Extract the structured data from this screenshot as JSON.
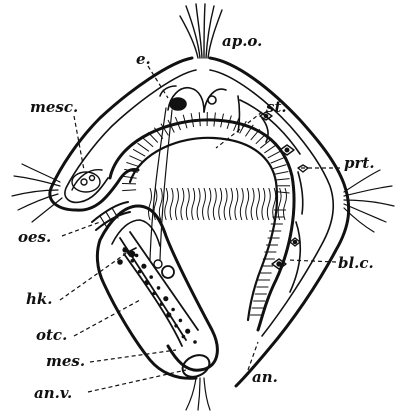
{
  "labels": {
    "apo": "ap.o.",
    "e": "e.",
    "st": "st.",
    "mesc": "mesc.",
    "prt": "prt.",
    "oes": "oes.",
    "blc": "bl.c.",
    "hk": "hk.",
    "otc": "otc.",
    "mes": "mes.",
    "an": "an.",
    "anv": "an.v."
  }
}
